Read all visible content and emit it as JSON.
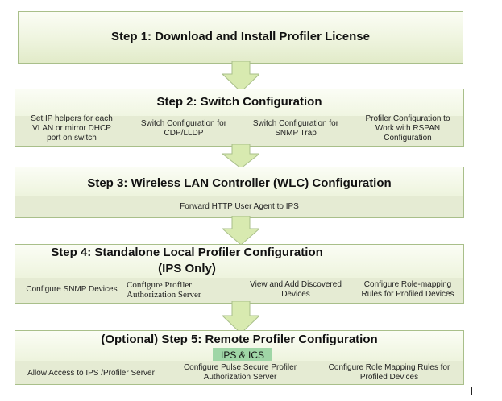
{
  "steps": [
    {
      "title": "Step 1: Download and Install Profiler License",
      "items": []
    },
    {
      "title": "Step 2: Switch Configuration",
      "items": [
        [
          "Set IP helpers for each",
          "VLAN or mirror DHCP",
          "port on switch"
        ],
        [
          "Switch Configuration for",
          "CDP/LLDP"
        ],
        [
          "Switch Configuration for",
          "SNMP Trap"
        ],
        [
          "Profiler Configuration to",
          "Work with RSPAN",
          "Configuration"
        ]
      ]
    },
    {
      "title": "Step 3: Wireless LAN Controller (WLC) Configuration",
      "items": [
        [
          "Forward HTTP User Agent to IPS"
        ]
      ]
    },
    {
      "title_line1": "Step 4: Standalone Local Profiler Configuration",
      "title_line2": "(IPS  Only)",
      "items": [
        [
          "Configure SNMP Devices"
        ],
        [
          "Configure Profiler",
          "Authorization Server"
        ],
        [
          "View and Add Discovered",
          "Devices"
        ],
        [
          "Configure Role-mapping",
          "Rules for Profiled Devices"
        ]
      ]
    },
    {
      "title": "(Optional) Step 5: Remote Profiler Configuration",
      "badge": "IPS & ICS",
      "items": [
        [
          "Allow Access to IPS /Profiler Server"
        ],
        [
          "Configure Pulse Secure Profiler",
          "Authorization Server"
        ],
        [
          "Configure Role Mapping Rules for",
          "Profiled Devices"
        ]
      ]
    }
  ],
  "colors": {
    "box_border": "#a9bf8a",
    "box_fill": "#eef4de",
    "band_fill": "#e5ebd3",
    "arrow_fill": "#d8eab0",
    "badge_fill": "#9fd6a6"
  }
}
